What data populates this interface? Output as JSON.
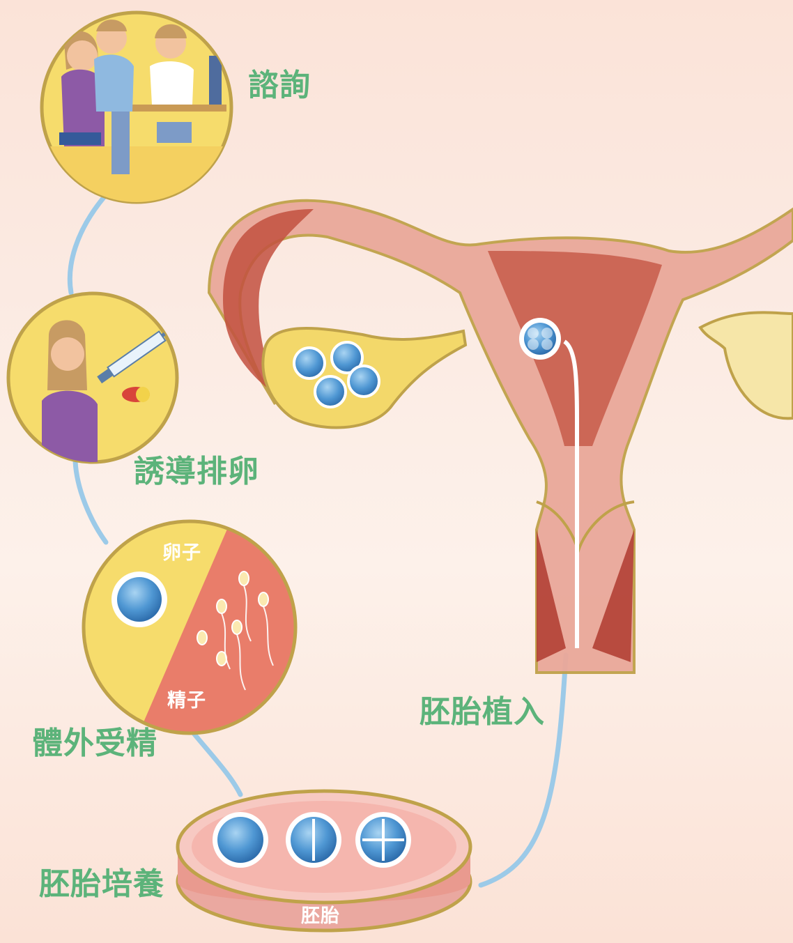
{
  "steps": {
    "consultation": "諮詢",
    "ovulation_induction": "誘導排卵",
    "ivf": "體外受精",
    "embryo_culture": "胚胎培養",
    "embryo_transfer": "胚胎植入"
  },
  "inner_labels": {
    "egg": "卵子",
    "sperm": "精子",
    "embryo": "胚胎"
  },
  "colors": {
    "label_green": "#5cb37a",
    "ring_gold": "#bfa24a",
    "connector_blue": "#9ccae8",
    "uterus_red": "#c2503f",
    "uterus_pink": "#eaa89a",
    "ovary_yellow": "#f3d86a",
    "cell_blue": "#4f97d3"
  }
}
